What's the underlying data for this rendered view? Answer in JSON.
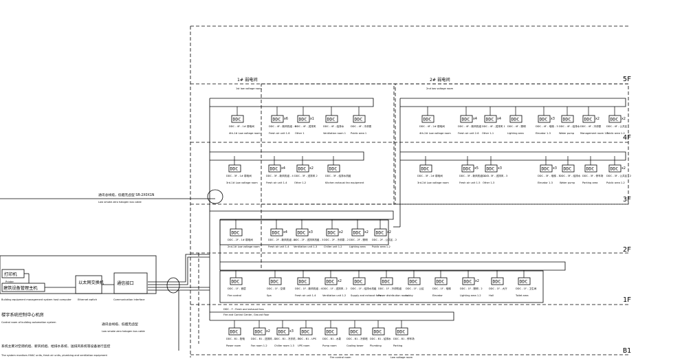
{
  "floors": [
    "5F",
    "4F",
    "3F",
    "2F",
    "1F",
    "B1"
  ],
  "zone_labels": {
    "room1_cn": "1# 弱电间",
    "room1_en": "1st low voltage room",
    "room2_cn": "2# 弱电间",
    "room2_en": "2nd low voltage room"
  },
  "box_text": "DDC",
  "security_note": {
    "cn": "通讯总线缆，低烟无卤型 SR-2X0X1N",
    "en": "Low smoke zero halogen bus cable"
  },
  "trunk_note": {
    "cn": "通讯总线缆、低烟无卤型",
    "en": "Low smoke zero halogen bus cable"
  },
  "control_center": {
    "printer_cn": "打印机",
    "printer_en": "Printer",
    "host_cn": "建筑设备管理主机",
    "host_en": "Building equipment management system host computer",
    "switch_cn": "以太网交换机",
    "switch_en": "Ethernet switch",
    "interface_cn": "通信接口",
    "interface_en": "Communication interface",
    "center_cn": "楼宇系统控制中心机房",
    "center_en": "Control room of building automation system",
    "note_cn": "系统主要对空调机组、新风机组、给排水系统、送排风系统等设备进行监控",
    "note_en": "The system monitors HVAC units, fresh air units, plumbing and ventilation equipment"
  },
  "f1_header": {
    "line1": "DDC - F : Fresh and exhaust fans",
    "line2": "Fire and Control Center, Ground floor"
  },
  "groups": {
    "f4_left": [
      {
        "id": "DDC - 4F - 1# 弱电间",
        "sub": "4th-1# Low voltage room",
        "mult": ""
      },
      {
        "id": "DDC - 4F - 新风机组 - 6",
        "sub": "Fresh air unit 1-6",
        "mult": "x6"
      },
      {
        "id": "DDC - 4F - 送排风",
        "sub": "Other 1",
        "mult": "x1"
      },
      {
        "id": "DDC - 4F - 给排水",
        "sub": "Ventilation room 1",
        "mult": ""
      },
      {
        "id": "DDC - 4F - 冷却泵",
        "sub": "Public area 1",
        "mult": ""
      }
    ],
    "f4_right": [
      {
        "id": "DDC - 4F - 2# 弱电间",
        "sub": "4th-2# Low voltage room",
        "mult": ""
      },
      {
        "id": "DDC - 4F - 新风机组",
        "sub": "Fresh air unit 2-6",
        "mult": "x4"
      },
      {
        "id": "DDC - 4F - 送排风 1",
        "sub": "Other 1-1",
        "mult": "x4"
      },
      {
        "id": "DDC - 4F - 照明",
        "sub": "Lighting area",
        "mult": ""
      },
      {
        "id": "DDC - 4F - 电梯 - 3",
        "sub": "Elevator 1-3",
        "mult": "x3"
      },
      {
        "id": "DDC - 4F - 给排水",
        "sub": "Water pump",
        "mult": ""
      },
      {
        "id": "DDC - 4F - 冷却泵",
        "sub": "Management room 1-2",
        "mult": "x2"
      },
      {
        "id": "DDC - 4F - 公共区",
        "sub": "Public area 1-2",
        "mult": "x2"
      }
    ],
    "f3_left": [
      {
        "id": "DDC - 3F - 1# 弱电间",
        "sub": "3rd-1# Low voltage room",
        "mult": ""
      },
      {
        "id": "DDC - 3F - 新风机组 - 4",
        "sub": "Fresh air unit 1-4",
        "mult": "x4"
      },
      {
        "id": "DDC - 3F - 送排风 2",
        "sub": "Other 1-2",
        "mult": "x2"
      },
      {
        "id": "DDC - 3F - 给排水机组",
        "sub": "Kitchen exhaust fan equipment",
        "mult": ""
      }
    ],
    "f3_right": [
      {
        "id": "DDC - 3F - 2# 弱电间",
        "sub": "3rd-2# Low voltage room",
        "mult": ""
      },
      {
        "id": "DDC - 3F - 新风机组 1 - 5",
        "sub": "Fresh air unit 1-5",
        "mult": "x5"
      },
      {
        "id": "DDC - 3F - 送排风 - 3",
        "sub": "Other 1-3",
        "mult": "x3"
      },
      {
        "id": "DDC - 3F - 电梯 - 3",
        "sub": "Elevator 1-3",
        "mult": "x3"
      },
      {
        "id": "DDC - 3F - 给排水",
        "sub": "Water pump",
        "mult": ""
      },
      {
        "id": "DDC - 3F - 停车场",
        "sub": "Parking area",
        "mult": ""
      },
      {
        "id": "DDC - 3F - 公共区 - 2",
        "sub": "Public area 1-2",
        "mult": "x2"
      }
    ],
    "f2": [
      {
        "id": "DDC - 2F - 1# 弱电间",
        "sub": "2nd-1# Low voltage room",
        "mult": ""
      },
      {
        "id": "DDC - 2F - 新风机组 - 4",
        "sub": "Fresh air unit 1-4",
        "mult": "x4"
      },
      {
        "id": "DDC - 2F - 送排风机组 - 3",
        "sub": "Ventilation unit 1-3",
        "mult": "x3"
      },
      {
        "id": "DDC - 2F - 冷却泵 - 2",
        "sub": "Chiller unit 1-2",
        "mult": "x2"
      },
      {
        "id": "DDC - 2F - 照明",
        "sub": "Lighting area",
        "mult": "x2"
      },
      {
        "id": "DDC - 2F - 公共区 - 2",
        "sub": "Public area 1-2",
        "mult": "x2"
      }
    ],
    "f1": [
      {
        "id": "DDC - 1F - 首层",
        "sub": "Fire control",
        "mult": ""
      },
      {
        "id": "DDC - 1F - 空调",
        "sub": "Spa",
        "mult": ""
      },
      {
        "id": "DDC - 1F - 新风机组 - 4",
        "sub": "Fresh air unit 1-4",
        "mult": ""
      },
      {
        "id": "DDC - 1F - 送排风 - 2",
        "sub": "Ventilation unit 1-2",
        "mult": "x2"
      },
      {
        "id": "DDC - 1F - 给排水机组",
        "sub": "Supply and exhaust fans",
        "mult": ""
      },
      {
        "id": "DDC - 1F - 冷却机组",
        "sub": "Power distribution room",
        "mult": ""
      },
      {
        "id": "DDC - 1F - 公区",
        "sub": "Lobby",
        "mult": ""
      },
      {
        "id": "DDC - 1F - 电梯",
        "sub": "Elevator",
        "mult": ""
      },
      {
        "id": "DDC - 1F - 照明 - 2",
        "sub": "Lighting area 1-2",
        "mult": "x2"
      },
      {
        "id": "DDC - 1F - 大厅",
        "sub": "Hall",
        "mult": ""
      },
      {
        "id": "DDC - 1F - 卫生间",
        "sub": "Toilet area",
        "mult": ""
      }
    ],
    "b1": [
      {
        "id": "DDC - B1 - 配电",
        "sub": "Power room",
        "mult": ""
      },
      {
        "id": "DDC - B1 - 送排风 - 2",
        "sub": "Fan room 1-2",
        "mult": "x2"
      },
      {
        "id": "DDC - B1 - 冷冻机 - 3",
        "sub": "Chiller room 1-3",
        "mult": "x3"
      },
      {
        "id": "DDC - B1 - UPS",
        "sub": "UPS room",
        "mult": ""
      },
      {
        "id": "DDC - B1 - 水泵",
        "sub": "Pump room",
        "mult": ""
      },
      {
        "id": "DDC - B1 - 冷却塔",
        "sub": "Cooling tower",
        "mult": ""
      },
      {
        "id": "DDC - B1 - 给排水",
        "sub": "Plumbing",
        "mult": ""
      },
      {
        "id": "DDC - B1 - 停车场",
        "sub": "Parking",
        "mult": ""
      }
    ]
  },
  "b1_footer": {
    "left": "Fire control room",
    "right": "Low voltage room"
  }
}
